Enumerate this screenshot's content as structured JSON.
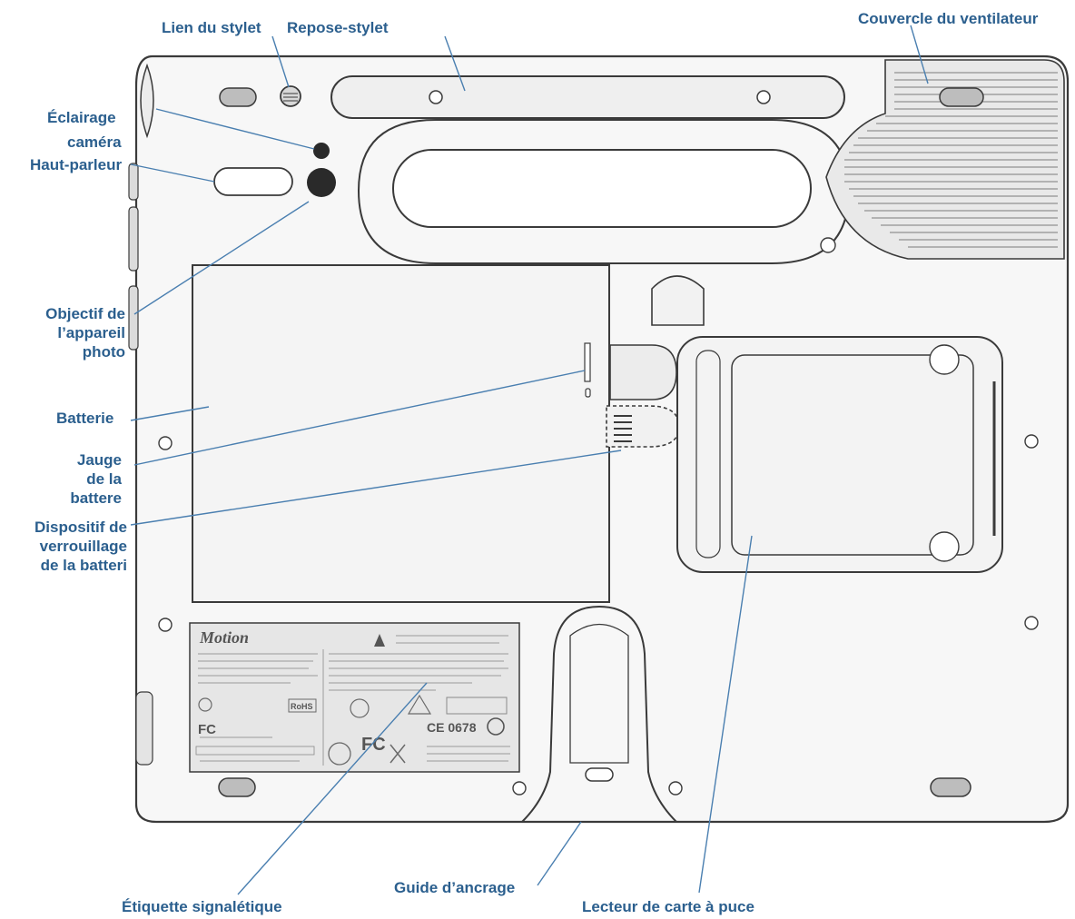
{
  "labels": {
    "pen_tether": "Lien du stylet",
    "pen_rest": "Repose-stylet",
    "fan_cover": "Couvercle du ventilateur",
    "camera_light_1": "Éclairage",
    "camera_light_2": "caméra",
    "speaker": "Haut-parleur",
    "camera_lens": "Objectif de\nl’appareil\nphoto",
    "battery": "Batterie",
    "battery_gauge": "Jauge\nde la\nbattere",
    "battery_latch": "Dispositif de\nverrouillage\nde la batteri",
    "label_plate": "Étiquette signalétique",
    "docking_guide": "Guide d’ancrage",
    "smart_card": "Lecteur de carte à puce"
  },
  "nameplate": {
    "brand": "Motion",
    "ce_mark": "CE 0678",
    "fcc": "FC",
    "rohs": "RoHS"
  },
  "colors": {
    "label": "#2b5f8e",
    "line": "#4a7fb0",
    "device_outline": "#3a3a3a",
    "device_fill": "#f7f7f7",
    "plate_fill": "#e6e6e6"
  }
}
